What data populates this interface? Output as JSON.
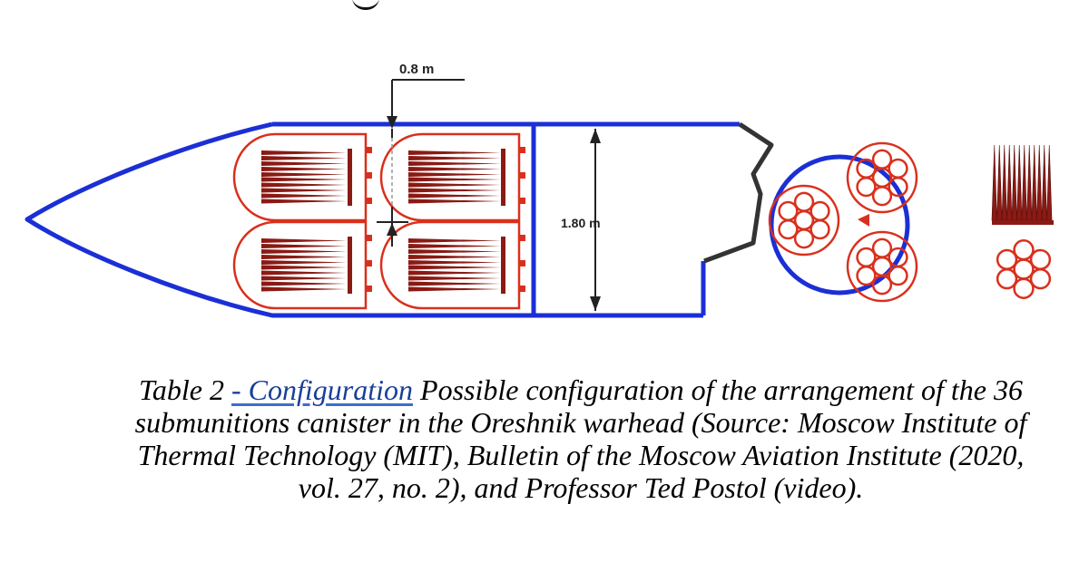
{
  "diagram": {
    "labels": {
      "gap_dimension": "0.8 m",
      "diameter_dimension": "1.80 m"
    },
    "colors": {
      "hull": "#1b2fd6",
      "canister": "#d9301d",
      "submunition": "#8a1a14",
      "dimension": "#222222",
      "nose_cap": "#333333"
    }
  },
  "caption": {
    "prefix": "Table 2",
    "link": "-  Configuration",
    "text": " Possible configuration of the arrangement of the 36 submunitions canister in the Oreshnik warhead (Source: Moscow Institute of Thermal Technology (MIT), Bulletin of the Moscow Aviation Institute (2020, vol. 27, no. 2), and Professor Ted Postol (video)."
  }
}
